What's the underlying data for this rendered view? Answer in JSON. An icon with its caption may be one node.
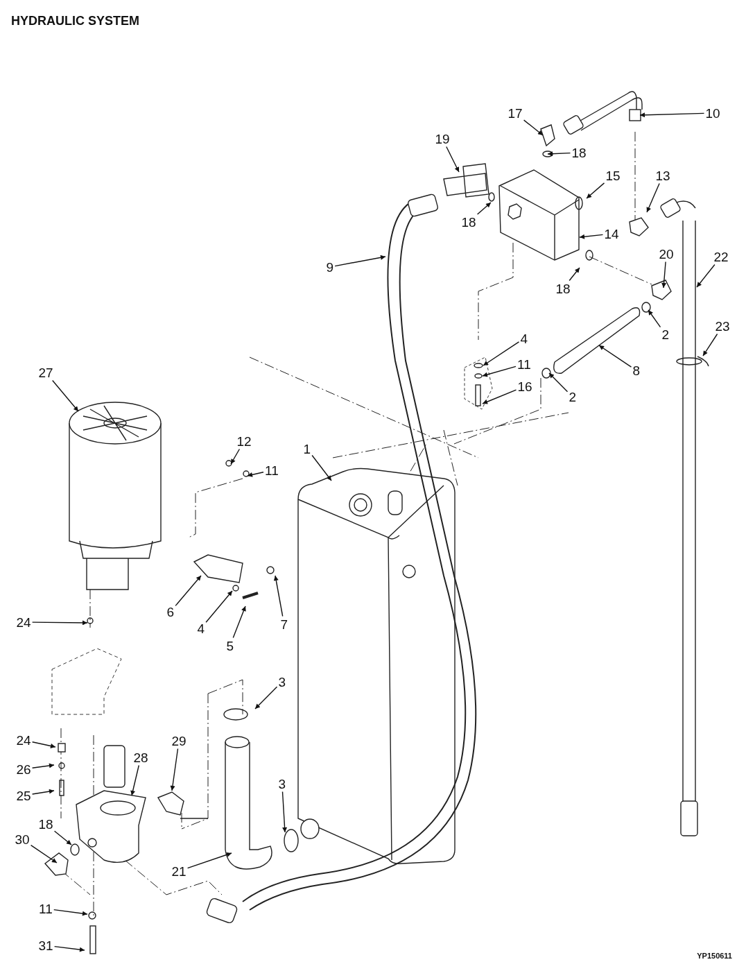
{
  "diagram": {
    "title": "HYDRAULIC SYSTEM",
    "nodes": [
      {
        "text": [
          "17"
        ]
      },
      {
        "text": [
          "18"
        ]
      },
      {
        "text": [
          "19"
        ]
      },
      {
        "text": [
          "10"
        ]
      },
      {
        "text": [
          "15"
        ]
      },
      {
        "text": [
          "13"
        ]
      },
      {
        "text": [
          "18"
        ]
      },
      {
        "text": [
          "14"
        ]
      },
      {
        "text": [
          "9"
        ]
      },
      {
        "text": [
          "18"
        ]
      },
      {
        "text": [
          "20"
        ]
      },
      {
        "text": [
          "22"
        ]
      },
      {
        "text": [
          "2"
        ]
      },
      {
        "text": [
          "23"
        ]
      },
      {
        "text": [
          "4"
        ]
      },
      {
        "text": [
          "11"
        ]
      },
      {
        "text": [
          "8"
        ]
      },
      {
        "text": [
          "16"
        ]
      },
      {
        "text": [
          "2"
        ]
      },
      {
        "text": [
          "27"
        ]
      },
      {
        "text": [
          "1"
        ]
      },
      {
        "text": [
          "12"
        ]
      },
      {
        "text": [
          "11"
        ]
      },
      {
        "text": [
          "6"
        ]
      },
      {
        "text": [
          "4"
        ]
      },
      {
        "text": [
          "7"
        ]
      },
      {
        "text": [
          "5"
        ]
      },
      {
        "text": [
          "24"
        ]
      },
      {
        "text": [
          "3"
        ]
      },
      {
        "text": [
          "24"
        ]
      },
      {
        "text": [
          "29"
        ]
      },
      {
        "text": [
          "28"
        ]
      },
      {
        "text": [
          "26"
        ]
      },
      {
        "text": [
          "25"
        ]
      },
      {
        "text": [
          "18"
        ]
      },
      {
        "text": [
          "30"
        ]
      },
      {
        "text": [
          "3"
        ]
      },
      {
        "text": [
          "21"
        ]
      },
      {
        "text": [
          "11"
        ]
      },
      {
        "text": [
          "31"
        ]
      }
    ],
    "edges": [
      {
        "from": 0,
        "to": null,
        "arrow": "to"
      },
      {
        "from": 1,
        "to": null,
        "arrow": "to"
      },
      {
        "from": 2,
        "to": null,
        "arrow": "to"
      },
      {
        "from": 3,
        "to": null,
        "arrow": "to"
      },
      {
        "from": 4,
        "to": null,
        "arrow": "to"
      },
      {
        "from": 5,
        "to": null,
        "arrow": "to"
      },
      {
        "from": 6,
        "to": null,
        "arrow": "to"
      },
      {
        "from": 7,
        "to": null,
        "arrow": "to"
      },
      {
        "from": 8,
        "to": null,
        "arrow": "to"
      },
      {
        "from": 9,
        "to": null,
        "arrow": "to"
      },
      {
        "from": 10,
        "to": null,
        "arrow": "to"
      },
      {
        "from": 11,
        "to": null,
        "arrow": "to"
      },
      {
        "from": 12,
        "to": null,
        "arrow": "to"
      },
      {
        "from": 13,
        "to": null,
        "arrow": "to"
      },
      {
        "from": 14,
        "to": null,
        "arrow": "to"
      },
      {
        "from": 15,
        "to": null,
        "arrow": "to"
      },
      {
        "from": 16,
        "to": null,
        "arrow": "to"
      },
      {
        "from": 17,
        "to": null,
        "arrow": "to"
      },
      {
        "from": 18,
        "to": null,
        "arrow": "to"
      },
      {
        "from": 19,
        "to": null,
        "arrow": "to"
      },
      {
        "from": 20,
        "to": null,
        "arrow": "to"
      },
      {
        "from": 21,
        "to": null,
        "arrow": "to"
      },
      {
        "from": 22,
        "to": null,
        "arrow": "to"
      },
      {
        "from": 23,
        "to": null,
        "arrow": "to"
      },
      {
        "from": 24,
        "to": null,
        "arrow": "to"
      },
      {
        "from": 25,
        "to": null,
        "arrow": "to"
      },
      {
        "from": 26,
        "to": null,
        "arrow": "to"
      },
      {
        "from": 27,
        "to": null,
        "arrow": "to"
      },
      {
        "from": 28,
        "to": null,
        "arrow": "to"
      },
      {
        "from": 29,
        "to": null,
        "arrow": "to"
      },
      {
        "from": 30,
        "to": null,
        "arrow": "to"
      },
      {
        "from": 31,
        "to": null,
        "arrow": "to"
      },
      {
        "from": 32,
        "to": null,
        "arrow": "to"
      },
      {
        "from": 33,
        "to": null,
        "arrow": "to"
      },
      {
        "from": 34,
        "to": null,
        "arrow": "to"
      },
      {
        "from": 35,
        "to": null,
        "arrow": "to"
      },
      {
        "from": 36,
        "to": null,
        "arrow": "to"
      },
      {
        "from": 37,
        "to": null,
        "arrow": "to"
      },
      {
        "from": 38,
        "to": null,
        "arrow": "to"
      },
      {
        "from": 39,
        "to": null,
        "arrow": "to"
      }
    ],
    "labels": [
      "YP150611"
    ]
  }
}
